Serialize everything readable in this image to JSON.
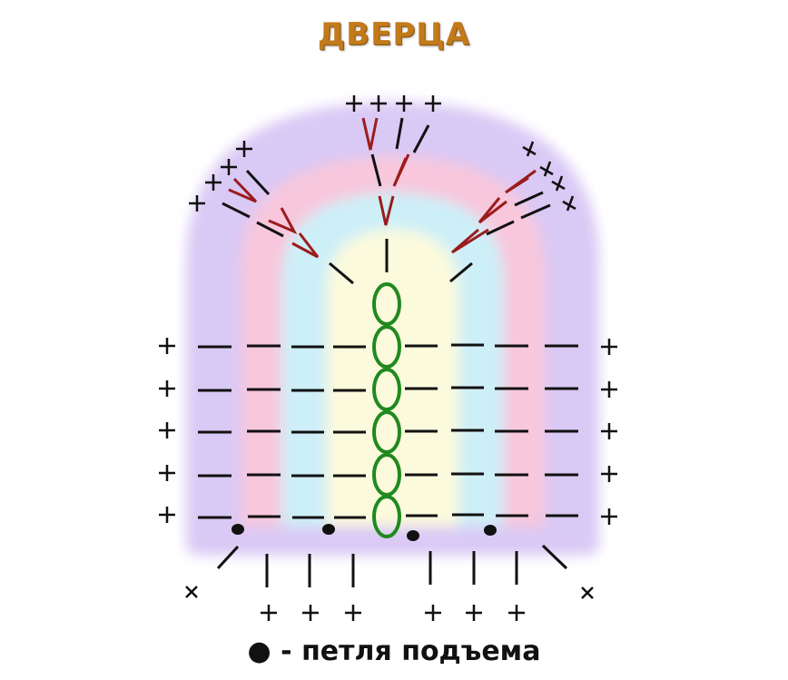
{
  "title": "ДВЕРЦА",
  "legend": {
    "symbol": "●",
    "dash": "-",
    "text": "петля подъема",
    "full": "● - петля подъема"
  },
  "colors": {
    "title": "#c27a1a",
    "chain": "#1f8a1f",
    "increase": "#9b1c1c",
    "stitch": "#111111",
    "band_outer": "#d9c9f5",
    "band_2": "#f8c7dc",
    "band_3": "#cdeff8",
    "band_inner": "#fbfadc"
  },
  "symbols": {
    "plus": "+",
    "cross": "×",
    "dot": "●",
    "chain": "oval",
    "single_crochet": "—",
    "increase": "V"
  },
  "diagram": {
    "chain_count": 6,
    "rows_left_plus": 5,
    "rows_right_plus": 5,
    "dashes_per_side": 4,
    "lift_loops": 4,
    "bottom_plus_count": 6,
    "bottom_cross_count": 2,
    "top_plus_groups": [
      {
        "position": "left",
        "count": 4
      },
      {
        "position": "center",
        "count": 4
      },
      {
        "position": "right",
        "count": 4
      }
    ]
  }
}
